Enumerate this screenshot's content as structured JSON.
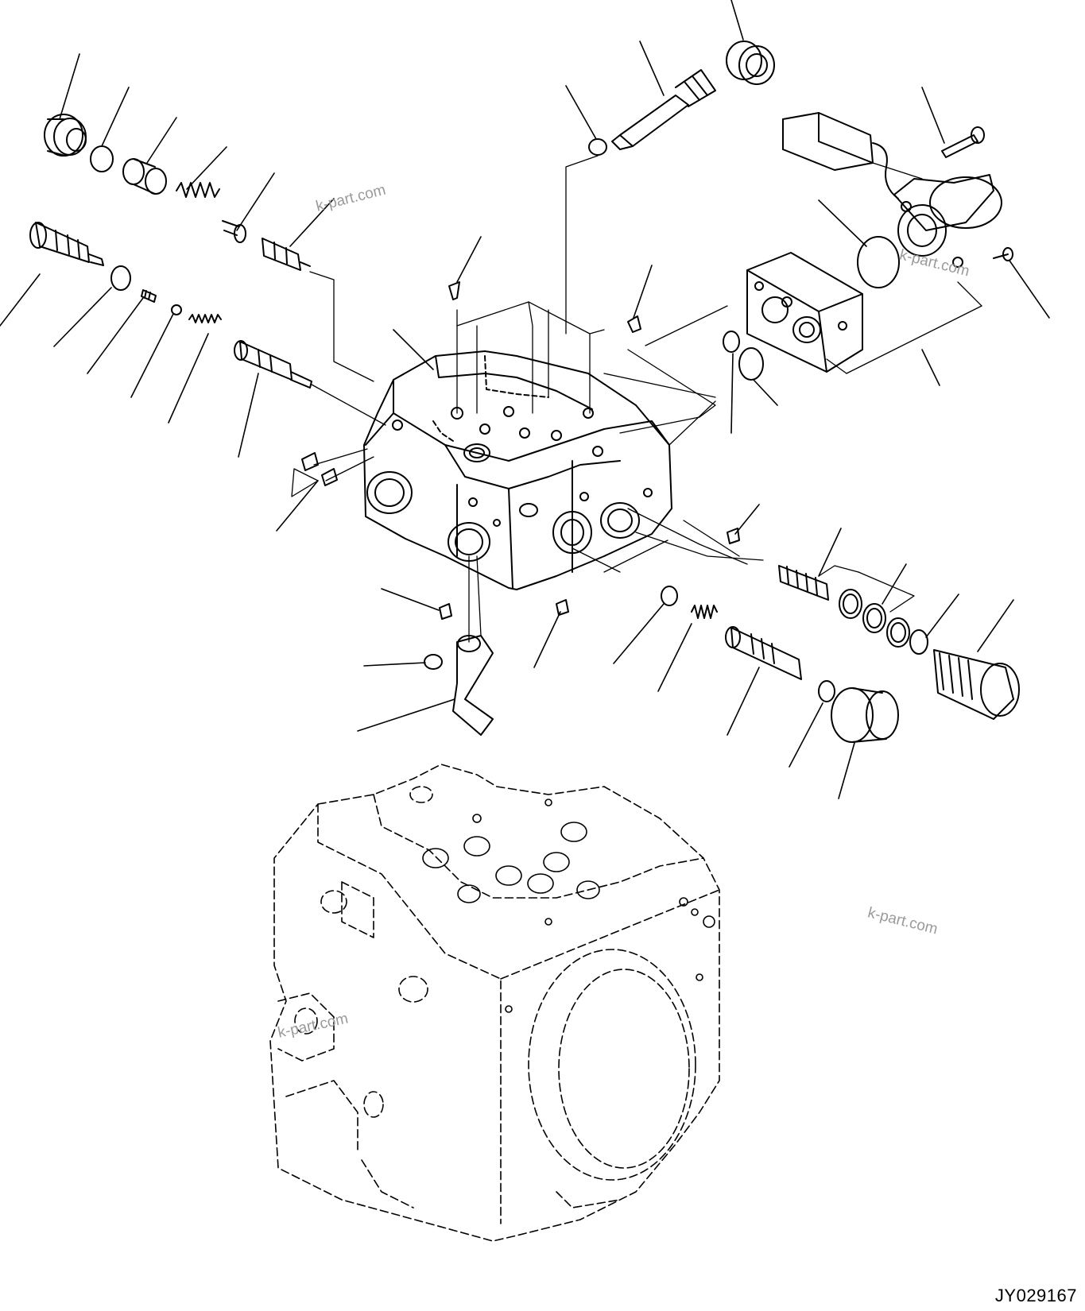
{
  "drawing": {
    "code": "JY029167",
    "watermarks": [
      "k-part.com",
      "k-part.com",
      "k-part.com",
      "k-part.com"
    ]
  }
}
